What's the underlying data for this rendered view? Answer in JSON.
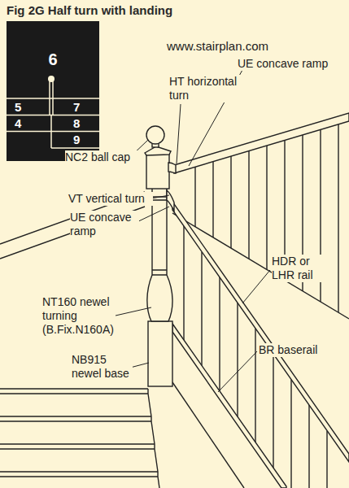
{
  "diagram": {
    "title": "Fig 2G Half turn with landing",
    "nodes": [
      {
        "text": [
          "6"
        ]
      },
      {
        "text": [
          "5"
        ]
      },
      {
        "text": [
          "7"
        ]
      },
      {
        "text": [
          "4"
        ]
      },
      {
        "text": [
          "8"
        ]
      },
      {
        "text": [
          "9"
        ]
      }
    ],
    "labels": [
      "www.stairplan.com",
      "UE concave ramp",
      "HT horizontal turn",
      "NC2 ball cap",
      "VT vertical turn",
      "UE concave ramp",
      "NT160 newel turning (B.Fix.N160A)",
      "NB915 newel base",
      "HDR or LHR rail",
      "BR baserail"
    ]
  }
}
